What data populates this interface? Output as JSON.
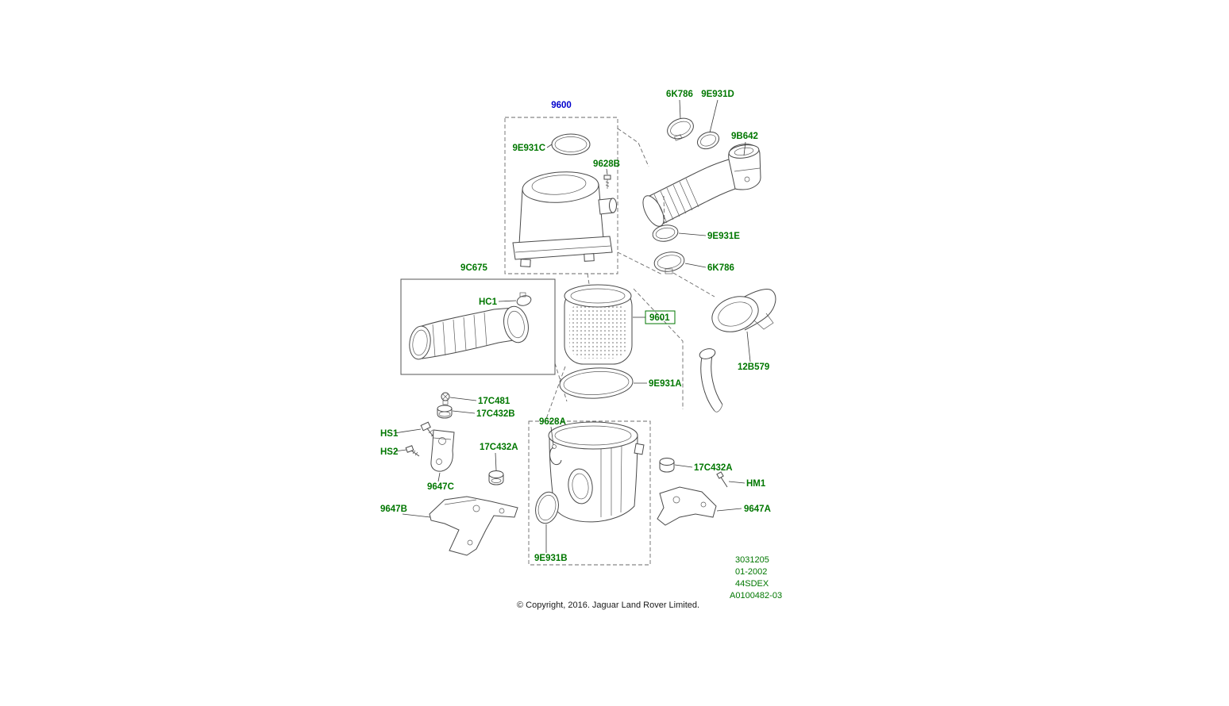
{
  "colors": {
    "label": "#007700",
    "assembly_label": "#0000CC",
    "line": "#4a4a4a"
  },
  "labels": {
    "k6786_top": "6K786",
    "e931d": "9E931D",
    "b642": "9B642",
    "a9600": "9600",
    "e931c": "9E931C",
    "s9628b": "9628B",
    "e931e": "9E931E",
    "k6786_mid": "6K786",
    "c675": "9C675",
    "hc1": "HC1",
    "p9601": "9601",
    "b12579": "12B579",
    "e931a": "9E931A",
    "c17481": "17C481",
    "c17432b": "17C432B",
    "hs1": "HS1",
    "hs2": "HS2",
    "c17432a_left": "17C432A",
    "p9647c": "9647C",
    "p9647b": "9647B",
    "s9628a": "9628A",
    "e931b": "9E931B",
    "c17432a_right": "17C432A",
    "hm1": "HM1",
    "p9647a": "9647A"
  },
  "footer": {
    "doc_number": "3031205",
    "doc_date": "01-2002",
    "doc_code": "44SDEX",
    "drawing_ref": "A0100482-03",
    "copyright": "© Copyright, 2016. Jaguar Land Rover Limited."
  }
}
